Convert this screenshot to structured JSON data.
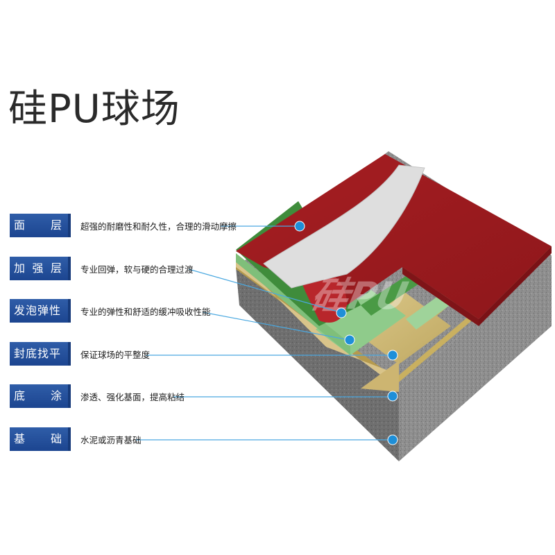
{
  "title": "硅PU球场",
  "watermark": "硅PU",
  "layers": [
    {
      "name": "面 层",
      "desc": "超强的耐磨性和耐久性，合理的滑动摩擦"
    },
    {
      "name": "加强层",
      "desc": "专业回弹，软与硬的合理过渡"
    },
    {
      "name": "发泡弹性层",
      "desc": "专业的弹性和舒适的缓冲吸收性能"
    },
    {
      "name": "封底找平层",
      "desc": "保证球场的平整度"
    },
    {
      "name": "底 涂",
      "desc": "渗透、强化基面，提高粘结"
    },
    {
      "name": "基 础",
      "desc": "水泥或沥青基础"
    }
  ],
  "colors": {
    "label_bg": "#1f4a96",
    "callout_line": "#4aa8e0",
    "callout_dot": "#1e8fd8",
    "surface_red": "#9c1c20",
    "reinforce_green": "#3e8a3a",
    "foam_green": "#8cc88a",
    "sealer_tan": "#d4bf7a",
    "base_gray": "#8d8d8d",
    "stripe_white": "#dcdcdc"
  }
}
